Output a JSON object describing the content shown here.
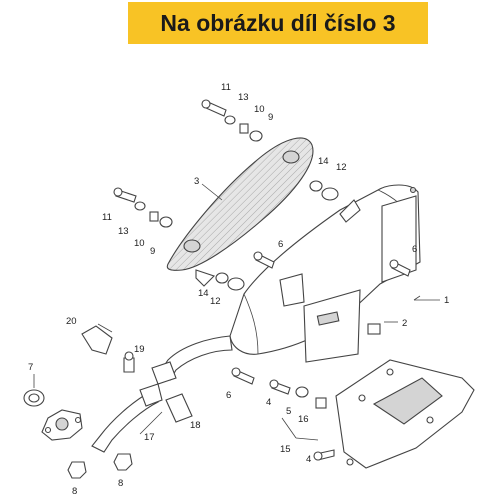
{
  "banner": {
    "text": "Na obrázku díl číslo 3"
  },
  "callouts": {
    "c1": "1",
    "c2": "2",
    "c3": "3",
    "c4a": "4",
    "c4b": "4",
    "c5": "5",
    "c6a": "6",
    "c6b": "6",
    "c6c": "6",
    "c7": "7",
    "c8a": "8",
    "c8b": "8",
    "c9a": "9",
    "c9b": "9",
    "c10a": "10",
    "c10b": "10",
    "c11a": "11",
    "c11b": "11",
    "c12a": "12",
    "c12b": "12",
    "c13a": "13",
    "c13b": "13",
    "c14a": "14",
    "c14b": "14",
    "c15": "15",
    "c16": "16",
    "c17": "17",
    "c18": "18",
    "c19": "19",
    "c20": "20"
  },
  "colors": {
    "banner_bg": "#f8c325",
    "line": "#444444"
  }
}
